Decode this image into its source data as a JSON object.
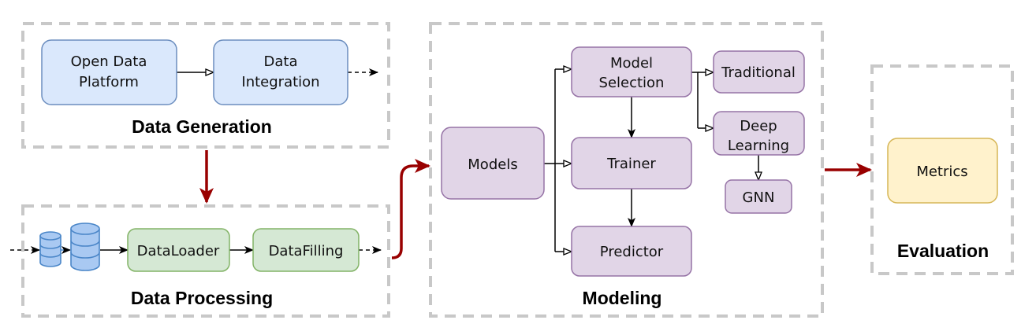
{
  "groups": {
    "data_generation": "Data Generation",
    "data_processing": "Data Processing",
    "modeling": "Modeling",
    "evaluation": "Evaluation"
  },
  "nodes": {
    "open_data_platform": [
      "Open Data",
      "Platform"
    ],
    "data_integration": [
      "Data",
      "Integration"
    ],
    "data_loader": "DataLoader",
    "data_filling": "DataFilling",
    "models": "Models",
    "model_selection": [
      "Model",
      "Selection"
    ],
    "traditional": "Traditional",
    "deep_learning": [
      "Deep",
      "Learning"
    ],
    "gnn": "GNN",
    "trainer": "Trainer",
    "predictor": "Predictor",
    "metrics": "Metrics"
  },
  "colors": {
    "blue_fill": "#dae8fc",
    "blue_stroke": "#6c8ebf",
    "green_fill": "#d5e8d4",
    "green_stroke": "#82b366",
    "purple_fill": "#e1d5e7",
    "purple_stroke": "#9673a6",
    "yellow_fill": "#fff2cc",
    "yellow_stroke": "#d6b656",
    "group_border": "#c8c8c8",
    "flow_arrow": "#990000",
    "db_fill": "#a9c9f2",
    "db_stroke": "#4a86c8"
  }
}
